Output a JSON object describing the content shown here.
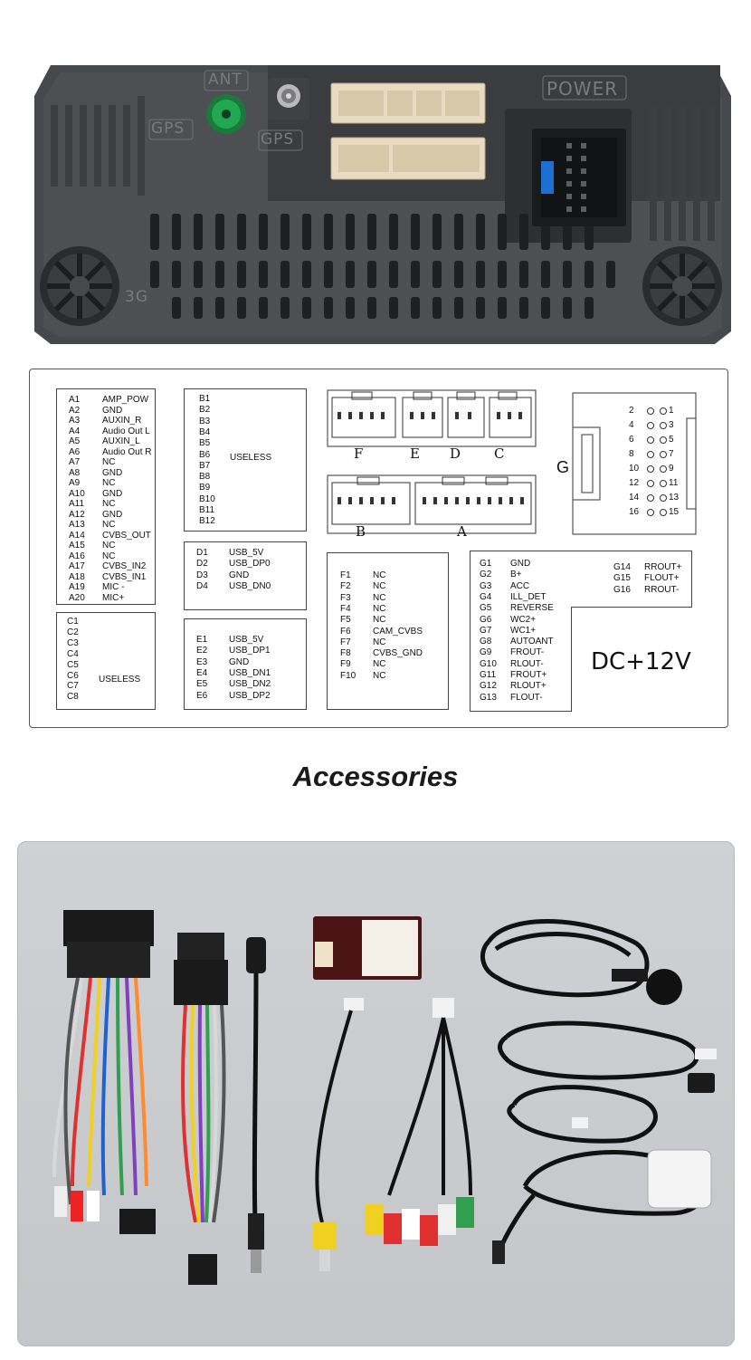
{
  "unit": {
    "labels": {
      "ant": "ANT",
      "gps_left": "GPS",
      "gps_right": "GPS",
      "power": "POWER",
      "threeg": "3G"
    }
  },
  "pinout": {
    "A": [
      [
        "A1",
        "AMP_POW"
      ],
      [
        "A2",
        "GND"
      ],
      [
        "A3",
        "AUXIN_R"
      ],
      [
        "A4",
        "Audio Out L"
      ],
      [
        "A5",
        "AUXIN_L"
      ],
      [
        "A6",
        "Audio Out R"
      ],
      [
        "A7",
        "NC"
      ],
      [
        "A8",
        "GND"
      ],
      [
        "A9",
        "NC"
      ],
      [
        "A10",
        "GND"
      ],
      [
        "A11",
        "NC"
      ],
      [
        "A12",
        "GND"
      ],
      [
        "A13",
        "NC"
      ],
      [
        "A14",
        "CVBS_OUT"
      ],
      [
        "A15",
        "NC"
      ],
      [
        "A16",
        "NC"
      ],
      [
        "A17",
        "CVBS_IN2"
      ],
      [
        "A18",
        "CVBS_IN1"
      ],
      [
        "A19",
        "MIC -"
      ],
      [
        "A20",
        "MIC+"
      ]
    ],
    "B": [
      "B1",
      "B2",
      "B3",
      "B4",
      "B5",
      "B6",
      "B7",
      "B8",
      "B9",
      "B10",
      "B11",
      "B12"
    ],
    "B_label": "USELESS",
    "C": [
      "C1",
      "C2",
      "C3",
      "C4",
      "C5",
      "C6",
      "C7",
      "C8"
    ],
    "C_label": "USELESS",
    "D": [
      [
        "D1",
        "USB_5V"
      ],
      [
        "D2",
        "USB_DP0"
      ],
      [
        "D3",
        "GND"
      ],
      [
        "D4",
        "USB_DN0"
      ]
    ],
    "E": [
      [
        "E1",
        "USB_5V"
      ],
      [
        "E2",
        "USB_DP1"
      ],
      [
        "E3",
        "GND"
      ],
      [
        "E4",
        "USB_DN1"
      ],
      [
        "E5",
        "USB_DN2"
      ],
      [
        "E6",
        "USB_DP2"
      ]
    ],
    "F": [
      [
        "F1",
        "NC"
      ],
      [
        "F2",
        "NC"
      ],
      [
        "F3",
        "NC"
      ],
      [
        "F4",
        "NC"
      ],
      [
        "F5",
        "NC"
      ],
      [
        "F6",
        "CAM_CVBS"
      ],
      [
        "F7",
        "NC"
      ],
      [
        "F8",
        "CVBS_GND"
      ],
      [
        "F9",
        "NC"
      ],
      [
        "F10",
        "NC"
      ]
    ],
    "G": [
      [
        "G1",
        "GND"
      ],
      [
        "G2",
        "B+"
      ],
      [
        "G3",
        "ACC"
      ],
      [
        "G4",
        "ILL_DET"
      ],
      [
        "G5",
        "REVERSE"
      ],
      [
        "G6",
        "WC2+"
      ],
      [
        "G7",
        "WC1+"
      ],
      [
        "G8",
        "AUTOANT"
      ],
      [
        "G9",
        "FROUT-"
      ],
      [
        "G10",
        "RLOUT-"
      ],
      [
        "G11",
        "FROUT+"
      ],
      [
        "G12",
        "RLOUT+"
      ],
      [
        "G13",
        "FLOUT-"
      ]
    ],
    "G2": [
      [
        "G14",
        "RROUT+"
      ],
      [
        "G15",
        "FLOUT+"
      ],
      [
        "G16",
        "RROUT-"
      ]
    ],
    "dc_label": "DC+12V",
    "connector_letters": {
      "F": "F",
      "E": "E",
      "D": "D",
      "C": "C",
      "B": "B",
      "A": "A",
      "G": "G"
    },
    "g_pins": [
      [
        "2",
        "1"
      ],
      [
        "4",
        "3"
      ],
      [
        "6",
        "5"
      ],
      [
        "8",
        "7"
      ],
      [
        "10",
        "9"
      ],
      [
        "12",
        "11"
      ],
      [
        "14",
        "13"
      ],
      [
        "16",
        "15"
      ]
    ]
  },
  "accessories": {
    "title": "Accessories"
  },
  "colors": {
    "unit_body": "#45474b",
    "unit_dark": "#2a2b2e",
    "connector_cream": "#e9dcc3",
    "ant_green": "#1f9a4a",
    "photo_bg": "#c9cbce"
  }
}
